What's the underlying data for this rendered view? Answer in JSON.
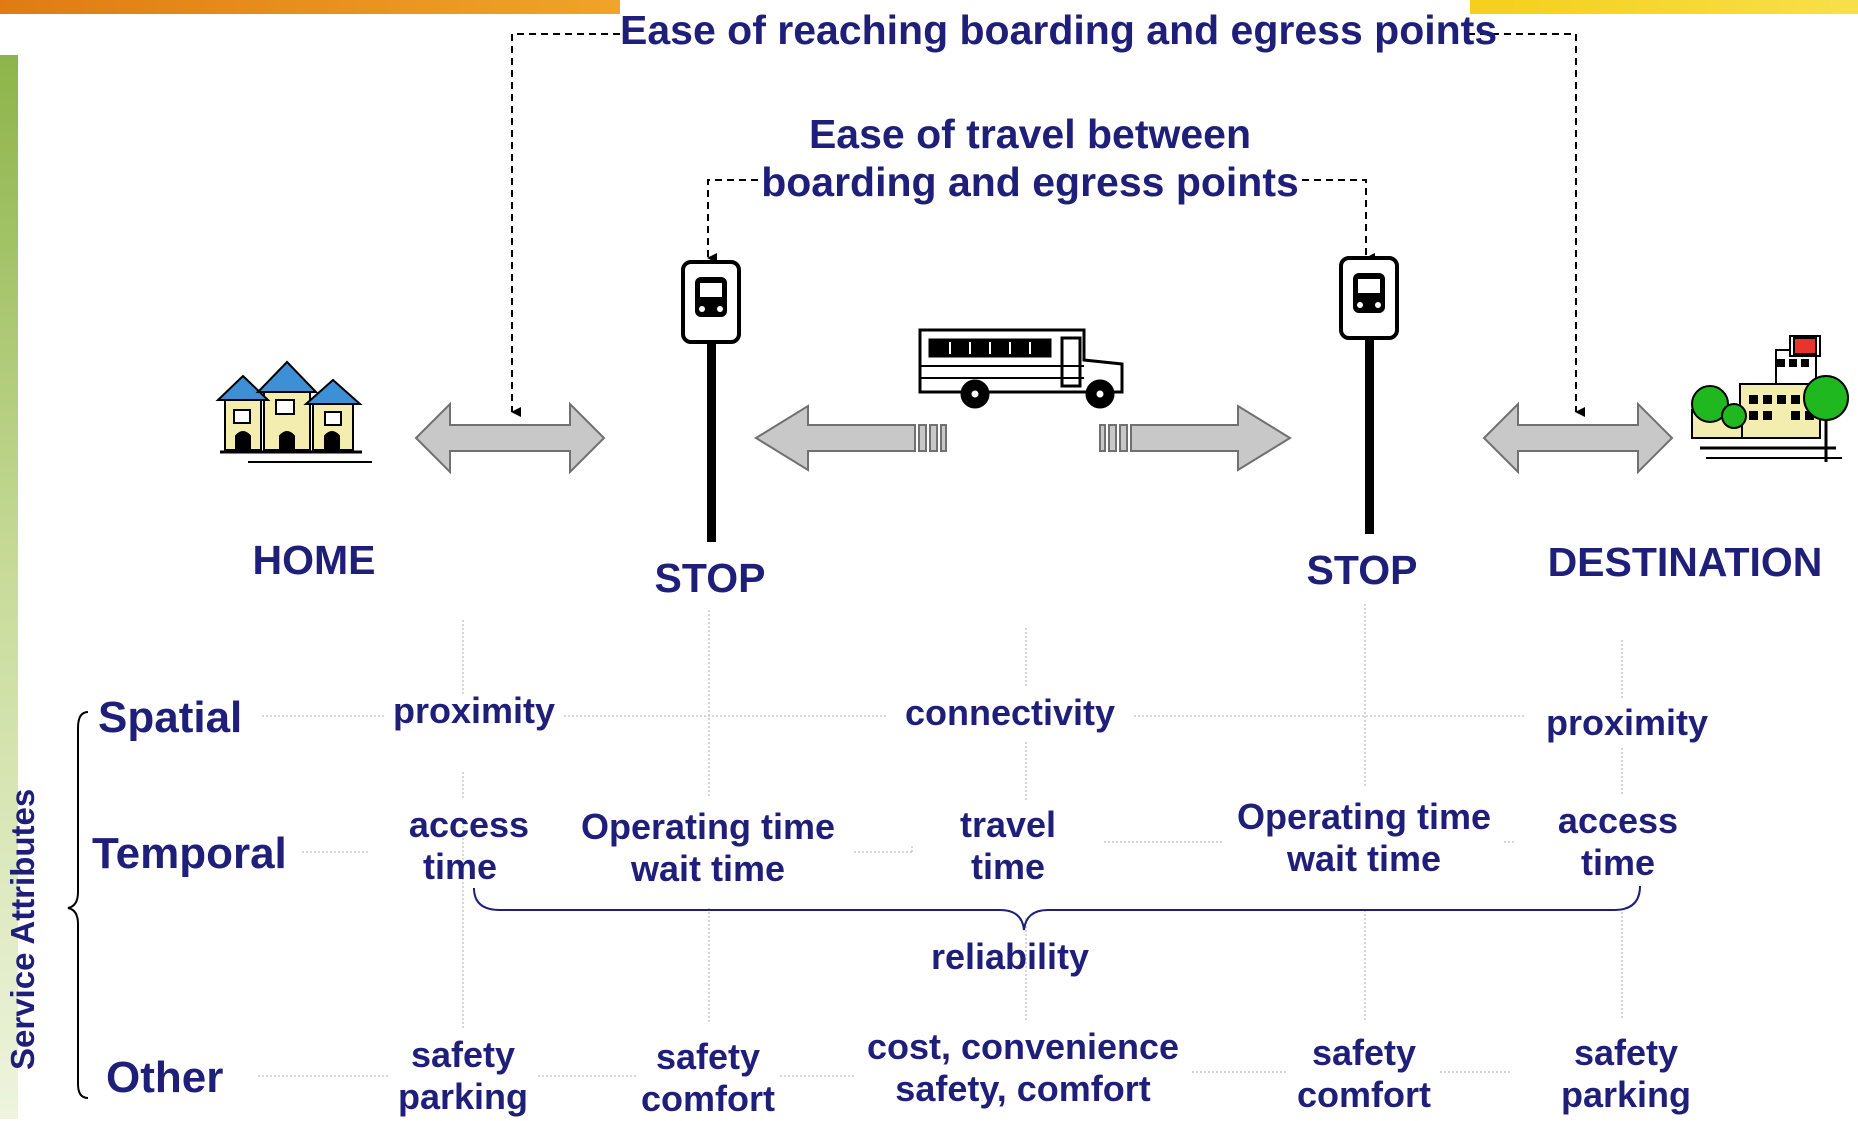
{
  "top_label": "Ease of reaching boarding and egress points",
  "middle_label": [
    "Ease of travel between",
    "boarding and egress points"
  ],
  "nodes": {
    "home": "HOME",
    "stop_left": "STOP",
    "stop_right": "STOP",
    "destination": "DESTINATION"
  },
  "side_title": "Service Attributes",
  "categories": {
    "spatial": "Spatial",
    "temporal": "Temporal",
    "other": "Other"
  },
  "spatial": {
    "home": "proximity",
    "middle": "connectivity",
    "destination": "proximity"
  },
  "temporal": {
    "home": [
      "access",
      "time"
    ],
    "stop_left": [
      "Operating time",
      "wait time"
    ],
    "travel": [
      "travel",
      "time"
    ],
    "stop_right": [
      "Operating time",
      "wait time"
    ],
    "destination": [
      "access",
      "time"
    ]
  },
  "reliability": "reliability",
  "other": {
    "home": [
      "safety",
      "parking"
    ],
    "stop_left": [
      "safety",
      "comfort"
    ],
    "travel": [
      "cost, convenience",
      "safety,  comfort"
    ],
    "stop_right": [
      "safety",
      "comfort"
    ],
    "destination": [
      "safety",
      "parking"
    ]
  },
  "colors": {
    "text": "#1f1f7a",
    "arrow_fill": "#c8c8c8",
    "arrow_stroke": "#707070",
    "accent_orange": "#f0a428",
    "accent_yellow": "#f6e04a",
    "accent_green": "#8db44a"
  },
  "icons": [
    "houses-icon",
    "bus-stop-sign-icon",
    "school-bus-icon",
    "hospital-building-icon"
  ]
}
